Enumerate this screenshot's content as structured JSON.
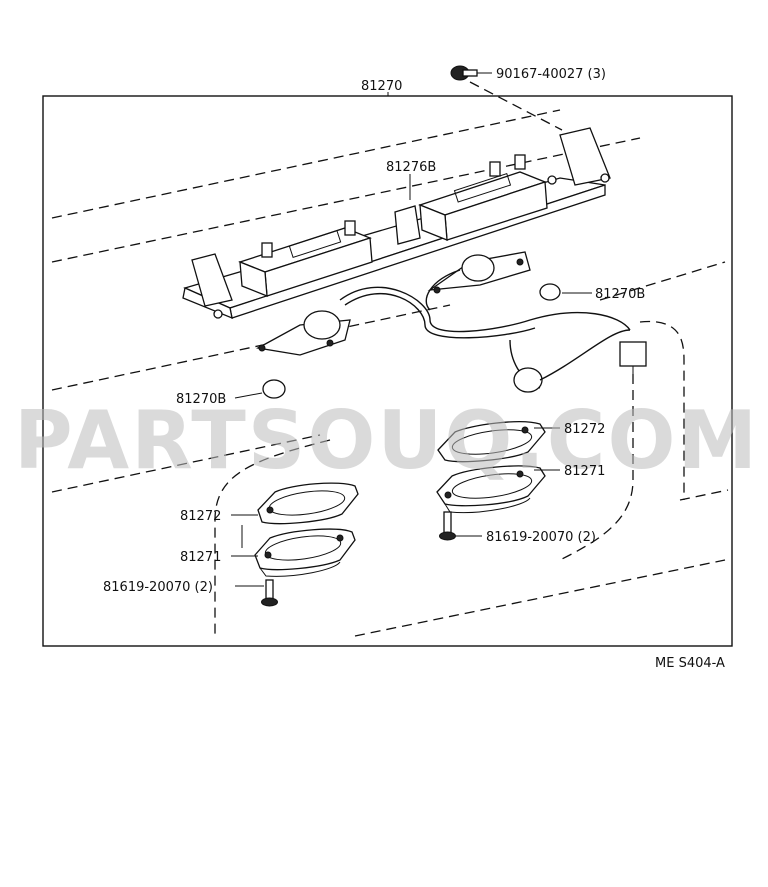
{
  "diagram": {
    "title_part": "81270",
    "watermark": "PARTSOUQ.COM",
    "ref_code": "ME S404-A",
    "callouts": {
      "screw_top": "90167-40027 (3)",
      "housing": "81276B",
      "bulb_right": "81270B",
      "bulb_left": "81270B",
      "gasket_right": "81272",
      "lens_right": "81271",
      "screw_right": "81619-20070 (2)",
      "gasket_left": "81272",
      "lens_left": "81271",
      "screw_left": "81619-20070 (2)"
    }
  }
}
